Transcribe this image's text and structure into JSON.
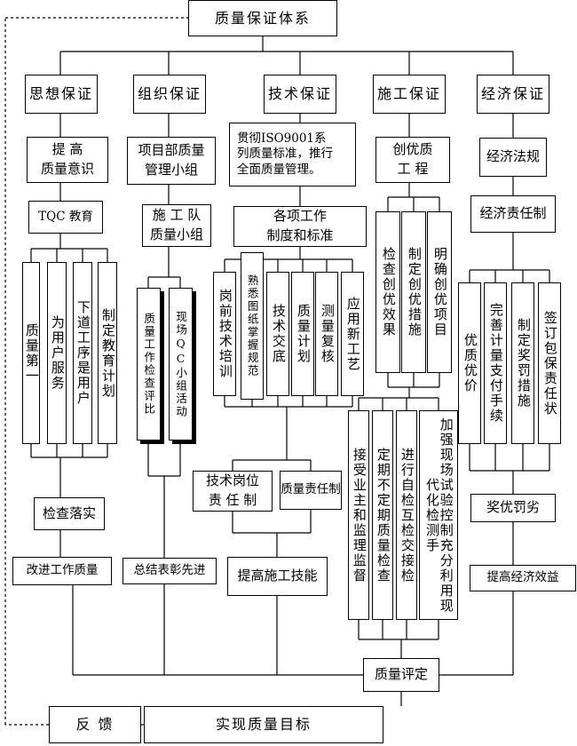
{
  "top": "质量保证体系",
  "pillars": [
    "思想保证",
    "组织保证",
    "技术保证",
    "施工保证",
    "经济保证"
  ],
  "sixiang": {
    "awareness": "提    高\n质量意识",
    "tqc": "TQC 教育",
    "cols": [
      "质量第一",
      "为用户服务",
      "下道工序是用户",
      "制定教育计划"
    ],
    "check": "检查落实",
    "improve": "改进工作质量"
  },
  "zuzhi": {
    "group": "项目部质量\n管理小组",
    "team": "施 工 队\n质量小组",
    "cols": [
      "质量工作检查评比",
      "现场QC小组活动"
    ],
    "summary": "总结表彰先进"
  },
  "jishu": {
    "iso": "贯彻ISO9001系\n列质量标准，推行\n全面质量管理。",
    "standards": "各项工作\n制度和标准",
    "cols": [
      "岗前技术培训",
      "熟悉图纸掌握规范",
      "技术交底",
      "质量计划",
      "测量复核",
      "应用新工艺"
    ],
    "post": "技术岗位\n责 任 制",
    "resp": "质量责任制",
    "skill": "提高施工技能"
  },
  "shigong": {
    "create": "创优质\n工   程",
    "cols_a": [
      "检查创优效果",
      "制定创优措施",
      "明确创优项目"
    ],
    "cols_b": [
      "接受业主和监理监督",
      "定期不定期质量检查",
      "进行自检互检交接检",
      "加强现场试验控制充分利用现代化检测手"
    ]
  },
  "jingji": {
    "law": "经济法规",
    "resp": "经济责任制",
    "cols": [
      "优质优价",
      "完善计量支付手续",
      "制定奖罚措施",
      "签订包保责任状"
    ],
    "reward": "奖优罚劣",
    "benefit": "提高经济效益"
  },
  "evaluate": "质量评定",
  "goal": "实现质量目标",
  "feedback": "反   馈"
}
